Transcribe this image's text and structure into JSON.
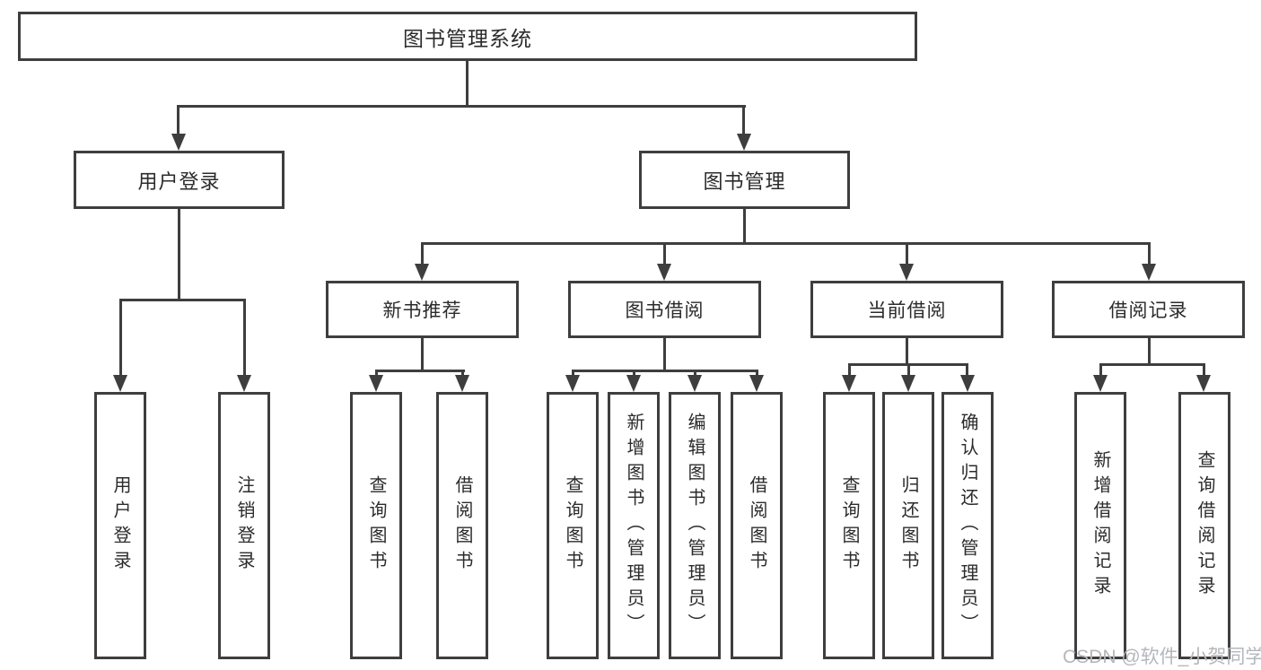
{
  "diagram": {
    "title": "图书管理系统",
    "level2": {
      "user_login": "用户登录",
      "book_management": "图书管理"
    },
    "level3": {
      "new_book_recommend": "新书推荐",
      "book_borrow": "图书借阅",
      "current_borrow": "当前借阅",
      "borrow_records": "借阅记录"
    },
    "leaves": {
      "login": [
        "用户登录",
        "注销登录"
      ],
      "recommend": [
        "查询图书",
        "借阅图书"
      ],
      "borrow": [
        "查询图书",
        "新增图书（管理员）",
        "编辑图书（管理员）",
        "借阅图书"
      ],
      "current": [
        "查询图书",
        "归还图书",
        "确认归还（管理员）"
      ],
      "records": [
        "新增借阅记录",
        "查询借阅记录"
      ]
    }
  },
  "watermark": {
    "text": "CSDN @软件_小贺同学"
  },
  "colors": {
    "line": "#3e3e3e",
    "text": "#2b2b2b",
    "watermark": "#b4b7bb",
    "background": "#ffffff"
  }
}
